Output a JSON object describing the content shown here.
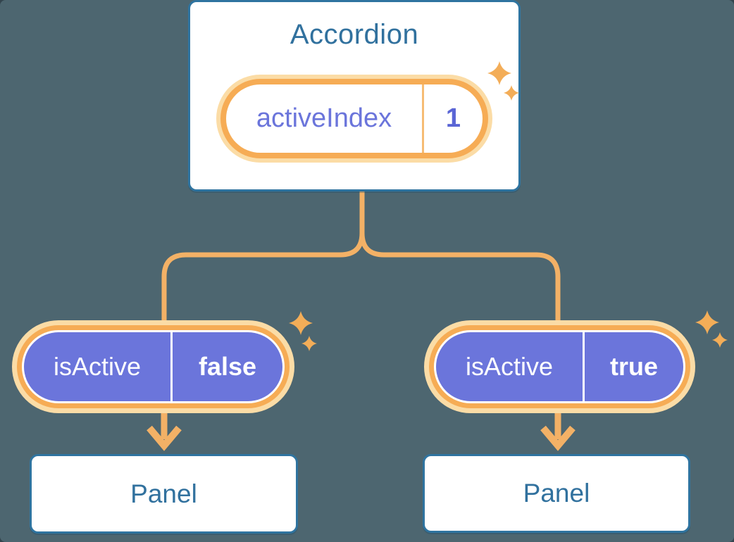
{
  "diagram_title": "accordion-state-lifting-diagram",
  "accordion": {
    "title": "Accordion",
    "state_pill": {
      "name": "activeIndex",
      "value": "1"
    }
  },
  "children": [
    {
      "prop_pill": {
        "name": "isActive",
        "value": "false"
      },
      "panel_label": "Panel"
    },
    {
      "prop_pill": {
        "name": "isActive",
        "value": "true"
      },
      "panel_label": "Panel"
    }
  ],
  "icons": {
    "sparkle": "four-point-star",
    "arrow": "down-arrow"
  },
  "colors": {
    "background": "#4D6670",
    "card_fill": "#FFFFFF",
    "card_border": "#2F74A0",
    "card_text": "#31719E",
    "pill_purple": "#6B75DB",
    "pill_value_purple": "#5A65D5",
    "pill_orange_ring": "#F6AC55",
    "pill_glow": "#FBDCA6",
    "connector_orange": "#F3B166",
    "sparkle_orange": "#F3AD58",
    "pill_text_white": "#FFFFFF"
  }
}
